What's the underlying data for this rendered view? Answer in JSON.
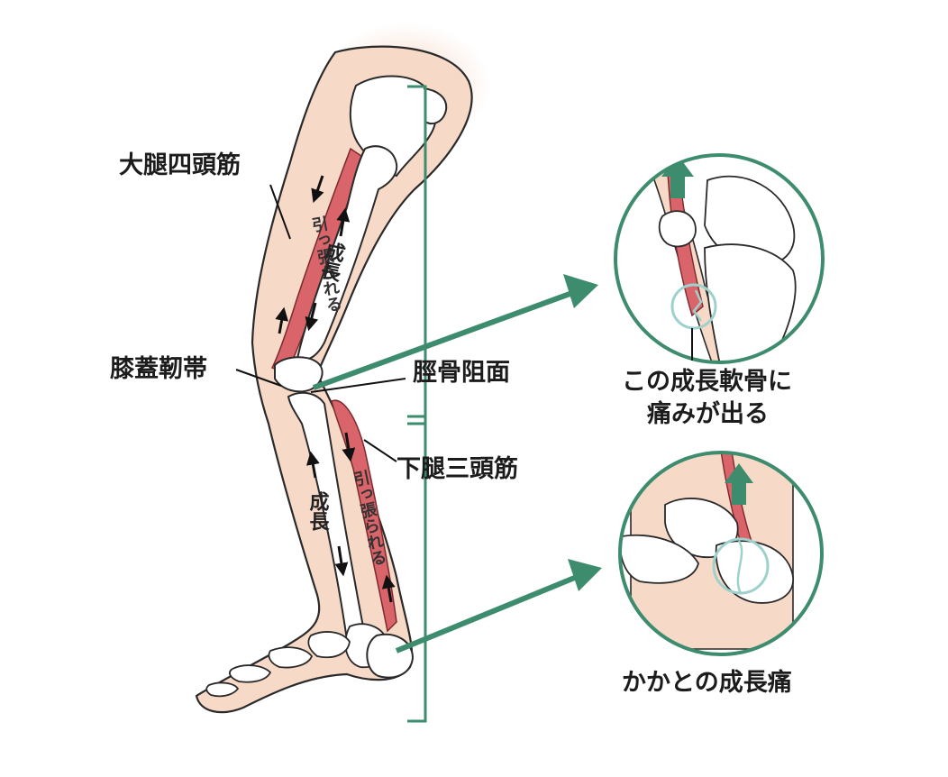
{
  "labels": {
    "quadriceps": "大腿四頭筋",
    "patellar_ligament": "膝蓋靭帯",
    "tibial_tuberosity": "脛骨阻面",
    "triceps_surae": "下腿三頭筋",
    "cartilage_pain_line1": "この成長軟骨に",
    "cartilage_pain_line2": "痛みが出る",
    "heel_growing_pain": "かかとの成長痛"
  },
  "inner_text": {
    "thigh_muscle_pulled": "引っ張られる",
    "thigh_bone_growth": "成長",
    "calf_muscle_pulled": "引っ張られる",
    "shin_bone_growth": "成長"
  },
  "colors": {
    "skin": "#f7d9c8",
    "muscle": "#d9646a",
    "bone": "#ffffff",
    "accent_green": "#3e8c6e",
    "cartilage": "#9fd1cc",
    "outline": "#2a2a2a"
  },
  "icons": {
    "thigh_arrow": "up-down-arrow-icon",
    "detail_arrow": "long-right-arrow-icon"
  }
}
